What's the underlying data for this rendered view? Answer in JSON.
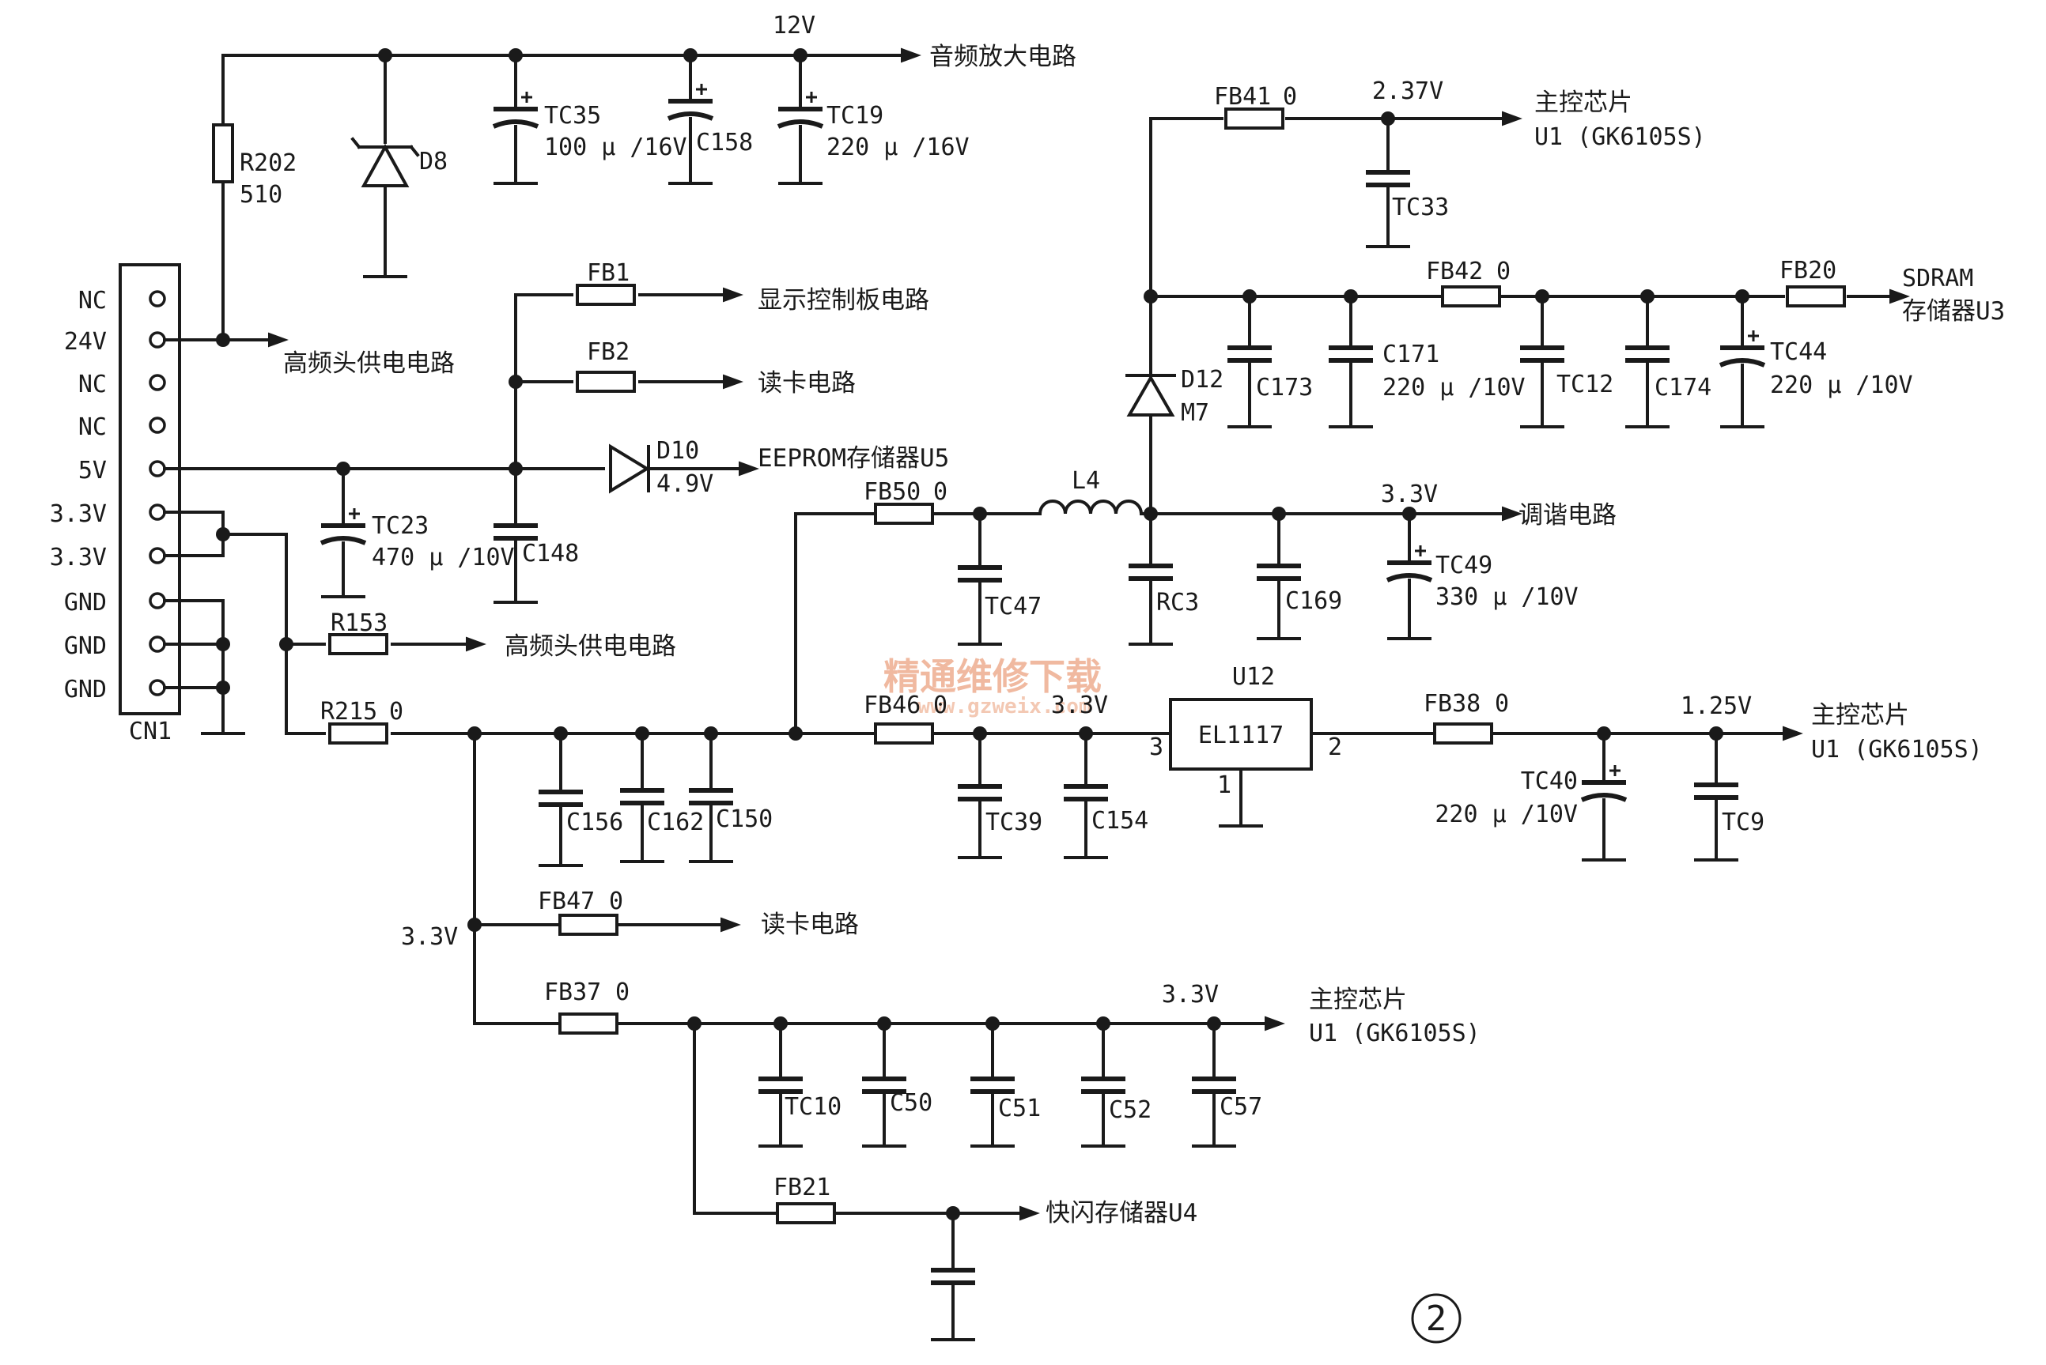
{
  "figure": {
    "number": "2"
  },
  "watermark": {
    "text_cn": "精通维修下载",
    "url": "www.gzweix.com"
  },
  "connector": {
    "ref": "CN1",
    "pins": [
      "NC",
      "24V",
      "NC",
      "NC",
      "5V",
      "3.3V",
      "3.3V",
      "GND",
      "GND",
      "GND"
    ]
  },
  "components": {
    "R202": {
      "ref": "R202",
      "value": "510"
    },
    "D8": {
      "ref": "D8"
    },
    "TC35": {
      "ref": "TC35",
      "value": "100 μ /16V"
    },
    "C158": {
      "ref": "C158"
    },
    "TC19": {
      "ref": "TC19",
      "value": "220 μ /16V"
    },
    "FB1": {
      "ref": "FB1"
    },
    "FB2": {
      "ref": "FB2"
    },
    "D10": {
      "ref": "D10",
      "value": "4.9V"
    },
    "TC23": {
      "ref": "TC23",
      "value": "470 μ /10V"
    },
    "C148": {
      "ref": "C148"
    },
    "R153": {
      "ref": "R153"
    },
    "R215": {
      "ref": "R215",
      "value": "0"
    },
    "C156": {
      "ref": "C156"
    },
    "C162": {
      "ref": "C162"
    },
    "C150": {
      "ref": "C150"
    },
    "FB47": {
      "ref": "FB47",
      "value": "0"
    },
    "FB37": {
      "ref": "FB37",
      "value": "0"
    },
    "TC10": {
      "ref": "TC10"
    },
    "C50": {
      "ref": "C50"
    },
    "C51": {
      "ref": "C51"
    },
    "C52": {
      "ref": "C52"
    },
    "C57": {
      "ref": "C57"
    },
    "FB21": {
      "ref": "FB21"
    },
    "FB41": {
      "ref": "FB41",
      "value": "0"
    },
    "TC33": {
      "ref": "TC33"
    },
    "FB42": {
      "ref": "FB42",
      "value": "0"
    },
    "FB20": {
      "ref": "FB20"
    },
    "D12": {
      "ref": "D12",
      "value": "M7"
    },
    "C173": {
      "ref": "C173"
    },
    "C171": {
      "ref": "C171",
      "value": "220 μ /10V"
    },
    "TC12": {
      "ref": "TC12"
    },
    "C174": {
      "ref": "C174"
    },
    "TC44": {
      "ref": "TC44",
      "value": "220 μ /10V"
    },
    "FB50": {
      "ref": "FB50",
      "value": "0"
    },
    "L4": {
      "ref": "L4"
    },
    "TC47": {
      "ref": "TC47"
    },
    "RC3": {
      "ref": "RC3"
    },
    "C169": {
      "ref": "C169"
    },
    "TC49": {
      "ref": "TC49",
      "value": "330 μ /10V"
    },
    "FB46": {
      "ref": "FB46",
      "value": "0"
    },
    "TC39": {
      "ref": "TC39"
    },
    "C154": {
      "ref": "C154"
    },
    "U12": {
      "ref": "U12",
      "part": "EL1117",
      "pin_in": "3",
      "pin_gnd": "1",
      "pin_out": "2"
    },
    "FB38": {
      "ref": "FB38",
      "value": "0"
    },
    "TC40": {
      "ref": "TC40",
      "value": "220 μ /10V"
    },
    "TC9": {
      "ref": "TC9"
    }
  },
  "nets": {
    "v12": "12V",
    "v237": "2.37V",
    "v33": "3.3V",
    "v125": "1.25V"
  },
  "destinations": {
    "audio_amp": "音频放大电路",
    "tuner_power": "高频头供电电路",
    "display_board": "显示控制板电路",
    "card_reader": "读卡电路",
    "eeprom": "EEPROM存储器U5",
    "tuning": "调谐电路",
    "main_chip": "主控芯片",
    "main_chip_part": "U1 (GK6105S)",
    "sdram": "SDRAM",
    "sdram_part": "存储器U3",
    "flash": "快闪存储器U4"
  }
}
